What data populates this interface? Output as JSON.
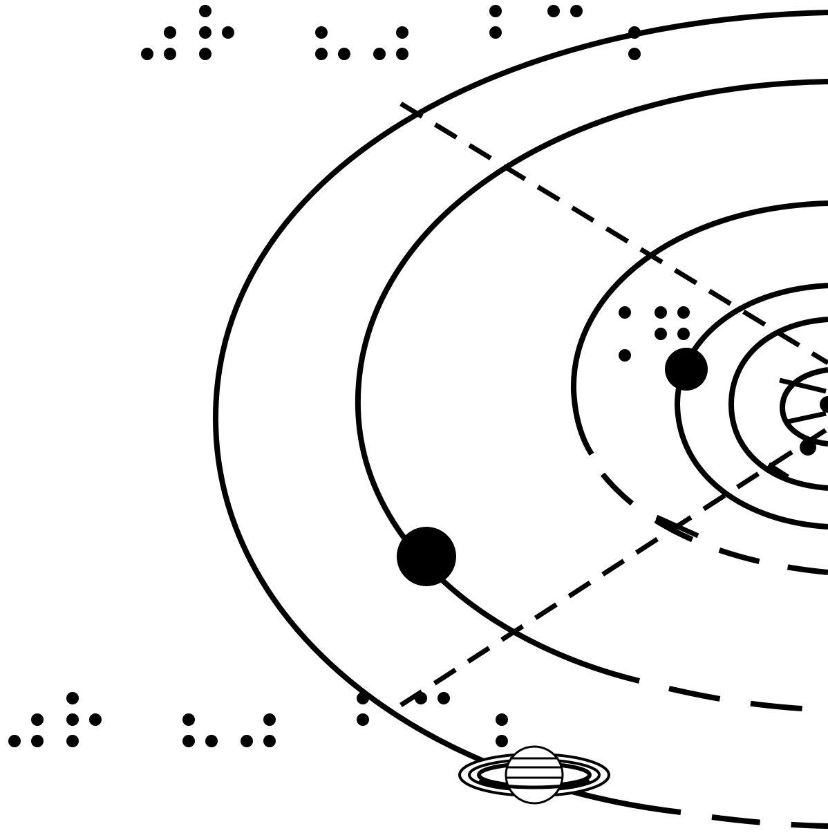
{
  "diagram": {
    "ink_color": "#000000",
    "background_color": "#ffffff",
    "style": "tactile braille graphic of planetary orbits",
    "braille_labels": [
      {
        "id": "braille-label-top",
        "cells": [
          [
            3,
            5,
            6
          ],
          [
            1,
            2,
            3,
            5
          ],
          [],
          [
            2,
            3,
            6
          ],
          [
            3,
            5,
            6
          ],
          [],
          [
            1,
            2
          ],
          [
            1,
            4
          ],
          [
            5,
            6
          ]
        ]
      },
      {
        "id": "braille-label-bottom",
        "cells": [
          [
            3,
            5,
            6
          ],
          [
            1,
            2,
            3,
            5
          ],
          [],
          [
            2,
            3,
            6
          ],
          [
            3,
            5,
            6
          ],
          [],
          [
            1,
            2
          ],
          [
            1,
            4
          ],
          [
            5,
            6
          ]
        ]
      },
      {
        "id": "braille-label-center",
        "cells": [
          [
            1,
            3
          ],
          [
            1,
            2,
            4,
            5
          ]
        ]
      }
    ],
    "orbits": [
      {
        "name": "outermost-orbit",
        "style": "solid-then-dashed"
      },
      {
        "name": "outer-orbit",
        "style": "solid-then-dashed"
      },
      {
        "name": "middle-orbit",
        "style": "solid-then-dashed"
      },
      {
        "name": "inner-orbit",
        "style": "solid"
      },
      {
        "name": "innermost-orbit",
        "style": "solid"
      }
    ],
    "planets": [
      {
        "name": "large-planet",
        "orbit": "outer-orbit"
      },
      {
        "name": "medium-planet",
        "orbit": "inner-orbit"
      },
      {
        "name": "small-planet",
        "orbit": "innermost-orbit"
      },
      {
        "name": "ringed-planet",
        "orbit": "outermost-orbit"
      }
    ],
    "guide_line_style": "dashed"
  }
}
